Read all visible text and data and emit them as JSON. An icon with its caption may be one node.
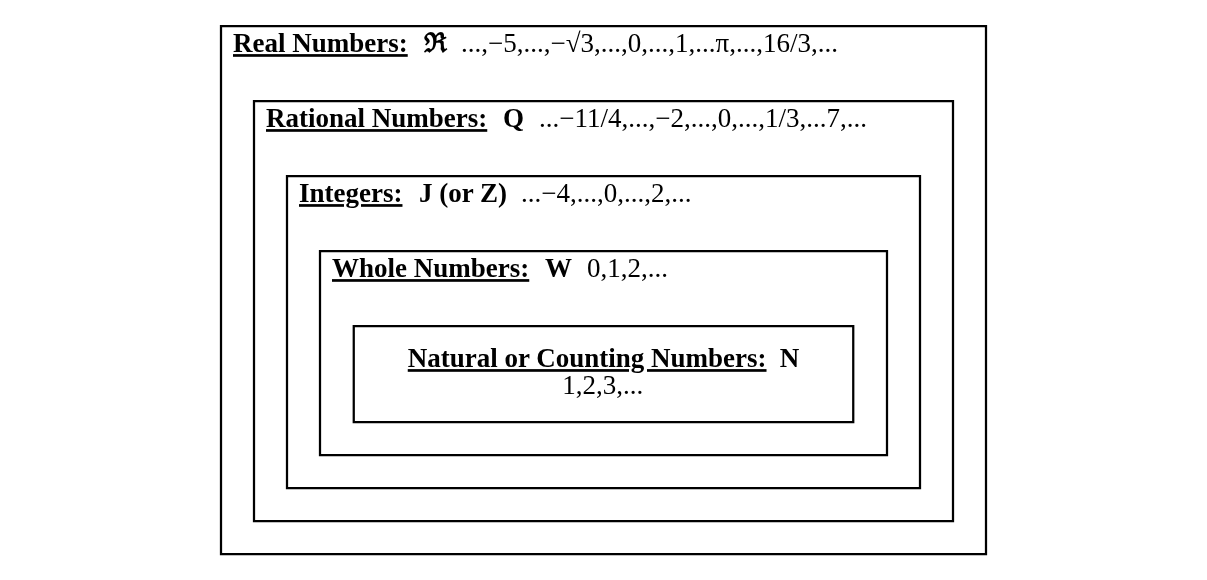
{
  "diagram": {
    "nodes": [
      {
        "text": [
          "Real Numbers:",
          "ℜ",
          "...,−5,...,−√3,...,0,...,1,...π,...,16/3,..."
        ]
      },
      {
        "text": [
          "Rational Numbers:",
          "Q",
          "...−11/4,...,−2,...,0,...,1/3,...7,..."
        ],
        "in": 0
      },
      {
        "text": [
          "Integers:",
          "J (or Z)",
          "...−4,...,0,...,2,..."
        ],
        "in": 1
      },
      {
        "text": [
          "Whole Numbers:",
          "W",
          "0,1,2,..."
        ],
        "in": 2
      },
      {
        "text": [
          "Natural or Counting Numbers:",
          "N",
          "1,2,3,..."
        ],
        "in": 3
      }
    ],
    "edges": []
  }
}
